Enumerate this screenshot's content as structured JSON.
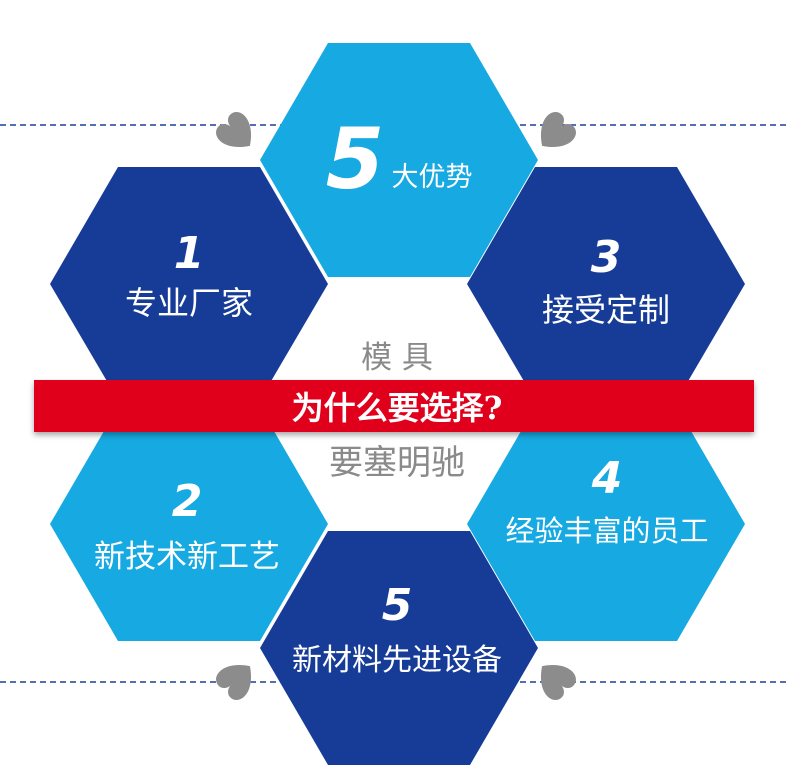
{
  "colors": {
    "light_blue": "#17a9e1",
    "dark_blue": "#173c98",
    "banner_red": "#e0061d",
    "heart_gray": "#8c8c8c",
    "dashed_line": "#1f3f9e",
    "center_text": "#8a8a8a"
  },
  "hexagons": {
    "top": {
      "number": "5",
      "label": "大优势"
    },
    "upper_left": {
      "number": "1",
      "label": "专业厂家"
    },
    "upper_right": {
      "number": "3",
      "label": "接受定制"
    },
    "lower_left": {
      "number": "2",
      "label": "新技术新工艺"
    },
    "lower_right": {
      "number": "4",
      "label": "经验丰富的员工"
    },
    "bottom": {
      "number": "5",
      "label": "新材料先进设备"
    }
  },
  "center": {
    "line1": "模 具",
    "line2": "要塞明驰"
  },
  "banner": {
    "text": "为什么要选择?"
  },
  "decorations": {
    "heart_icon": "heart-icon"
  }
}
